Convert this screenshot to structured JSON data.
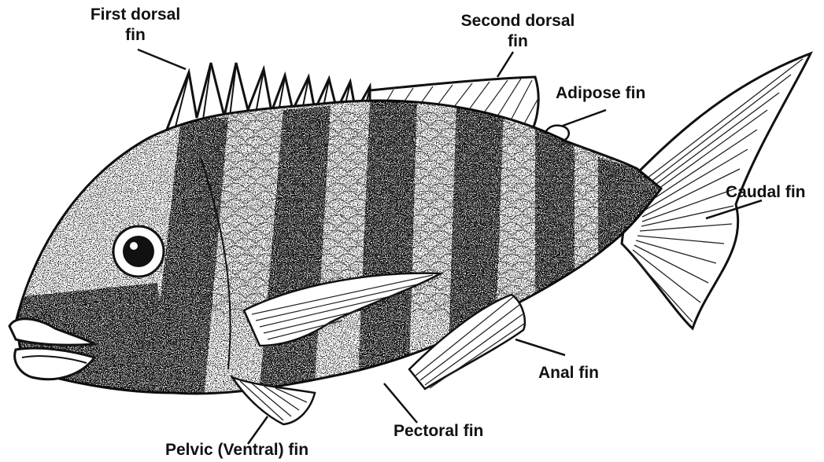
{
  "labels": {
    "first_dorsal_line1": "First dorsal",
    "first_dorsal_line2": "fin",
    "second_dorsal_line1": "Second dorsal",
    "second_dorsal_line2": "fin",
    "adipose": "Adipose fin",
    "caudal": "Caudal fin",
    "anal": "Anal fin",
    "pectoral": "Pectoral fin",
    "pelvic": "Pelvic (Ventral) fin"
  },
  "colors": {
    "ink": "#111111",
    "background": "#ffffff"
  }
}
